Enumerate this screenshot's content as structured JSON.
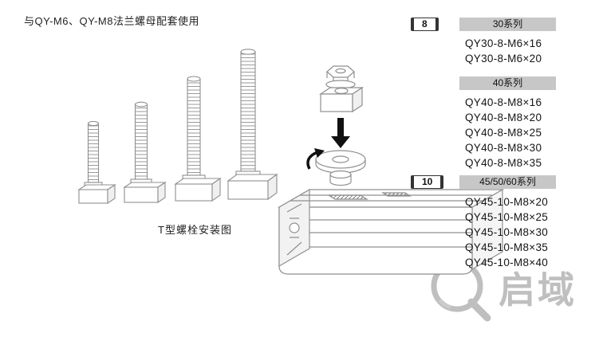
{
  "page": {
    "top_note": "与QY-M6、QY-M8法兰螺母配套使用",
    "diagram_caption": "T型螺栓安装图"
  },
  "catalog": {
    "groups": [
      {
        "badge": "8",
        "sections": [
          {
            "series": "30系列",
            "items": [
              "QY30-8-M6×16",
              "QY30-8-M6×20"
            ]
          },
          {
            "series": "40系列",
            "items": [
              "QY40-8-M8×16",
              "QY40-8-M8×20",
              "QY40-8-M8×25",
              "QY40-8-M8×30",
              "QY40-8-M8×35"
            ]
          }
        ]
      },
      {
        "badge": "10",
        "sections": [
          {
            "series": "45/50/60系列",
            "items": [
              "QY45-10-M8×20",
              "QY45-10-M8×25",
              "QY45-10-M8×30",
              "QY45-10-M8×35",
              "QY45-10-M8×40"
            ]
          }
        ]
      }
    ]
  },
  "watermark": {
    "brand": "启域"
  },
  "colors": {
    "series_header_bg": "#c7c7c7",
    "text": "#1a1a1a",
    "drawing_line": "#8f8f8f",
    "arrow": "#111111",
    "watermark_gray": "#b4b4b4"
  }
}
